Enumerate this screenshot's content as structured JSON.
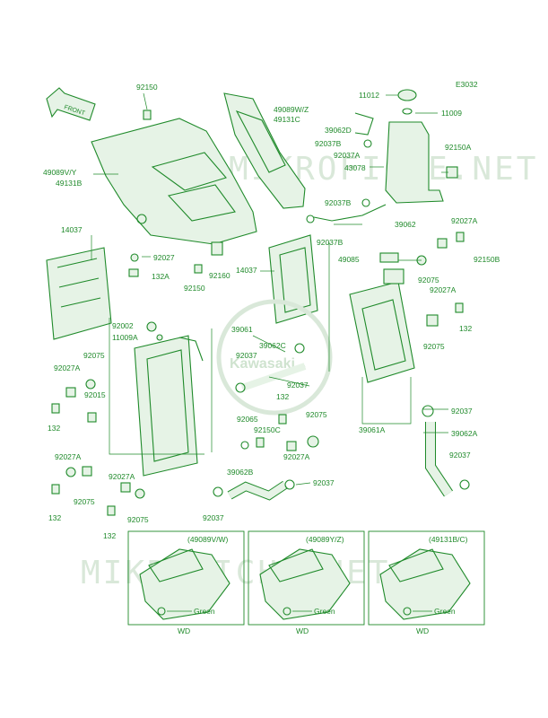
{
  "diagram": {
    "ref_code": "E3032",
    "front_label": "FRONT",
    "watermark_text": "MIKROFICHE.NET",
    "brand_logo": "Kawasaki",
    "colors": {
      "line": "#1f8a2a",
      "shade": "#e6f3e6",
      "watermark": "#d9e8d9"
    },
    "labels": {
      "p92150_top": "92150",
      "p49089VY": "49089V/Y",
      "p49131B": "49131B",
      "p92027_a": "92027",
      "p132A": "132A",
      "p92150_b": "92150",
      "p92160": "92160",
      "p49089WZ": "49089W/Z",
      "p49131C": "49131C",
      "p11012": "11012",
      "p11009": "11009",
      "p39062D": "39062D",
      "p92037B_1": "92037B",
      "p92037A_1": "92037A",
      "p43078": "43078",
      "p92150A": "92150A",
      "p92037B_2": "92037B",
      "p92037B_3": "92037B",
      "p39062": "39062",
      "p14037_left": "14037",
      "p14037_mid": "14037",
      "p92027A_r1": "92027A",
      "p49085": "49085",
      "p92150B": "92150B",
      "p92075_r1": "92075",
      "p92027A_r2": "92027A",
      "p132_r": "132",
      "p92002": "92002",
      "p11009A": "11009A",
      "p39061": "39061",
      "p39062C": "39062C",
      "p92037_mid": "92037",
      "p92075_r2": "92075",
      "p92037_mid2": "92037",
      "p92075_l1": "92075",
      "p92027A_l1": "92027A",
      "p92015": "92015",
      "p132_l1": "132",
      "p132_mid": "132",
      "p92065": "92065",
      "p92150C": "92150C",
      "p92075_mid": "92075",
      "p39061A": "39061A",
      "p92037_r": "92037",
      "p39062A": "39062A",
      "p92037_r2": "92037",
      "p92027A_l2": "92027A",
      "p92075_l2": "92075",
      "p132_l2": "132",
      "p92027A_l3": "92027A",
      "p92075_l3": "92075",
      "p132_l3": "132",
      "p92027A_mid": "92027A",
      "p39062B": "39062B",
      "p92037_bl": "92037",
      "p92037_b2": "92037"
    },
    "variants": [
      {
        "code": "(49089V/W)",
        "color": "Green",
        "model": "WD"
      },
      {
        "code": "(49089Y/Z)",
        "color": "Green",
        "model": "WD"
      },
      {
        "code": "(49131B/C)",
        "color": "Green",
        "model": "WD"
      }
    ]
  }
}
